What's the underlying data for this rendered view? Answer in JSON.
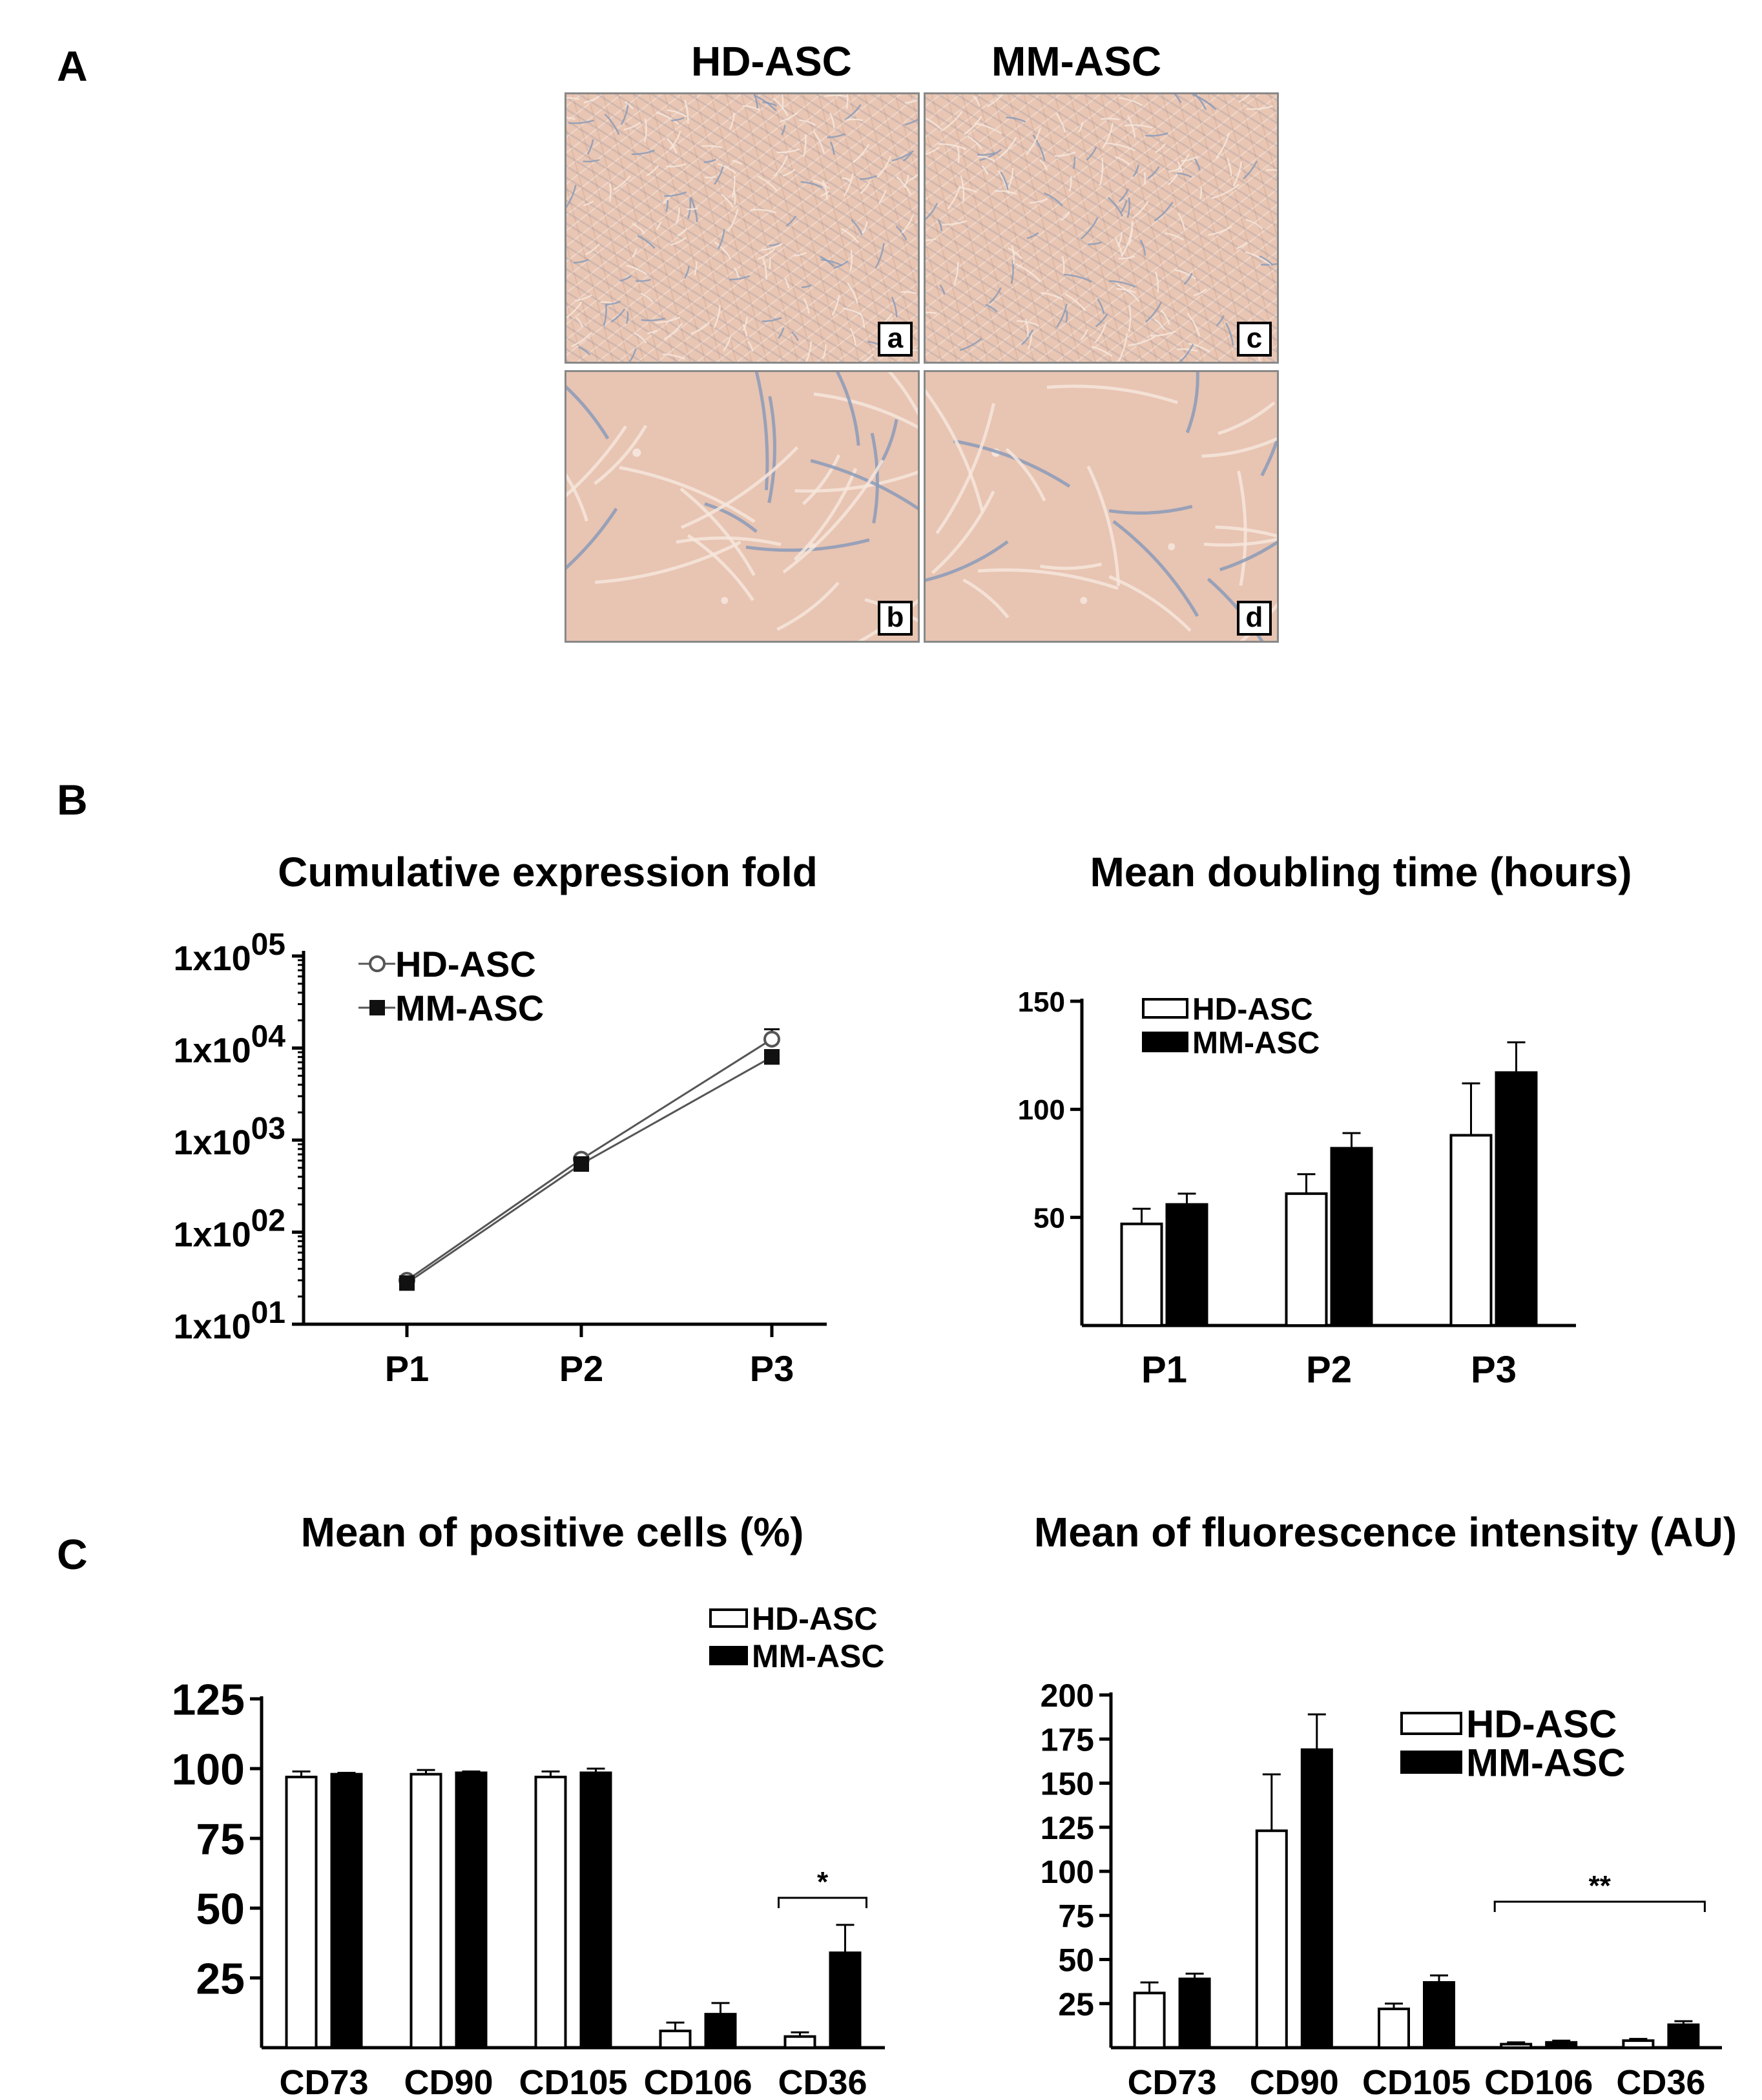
{
  "panels": {
    "A": {
      "letter": "A",
      "columns": [
        "HD-ASC",
        "MM-ASC"
      ],
      "images": [
        {
          "label": "a",
          "density": "dense"
        },
        {
          "label": "c",
          "density": "dense"
        },
        {
          "label": "b",
          "density": "sparse"
        },
        {
          "label": "d",
          "density": "sparse"
        }
      ]
    },
    "B": {
      "letter": "B"
    },
    "C": {
      "letter": "C"
    }
  },
  "chart_data": [
    {
      "id": "cumulative",
      "type": "line",
      "title": "Cumulative expression fold",
      "yscale": "log",
      "ylim": [
        10,
        100000
      ],
      "yticks": [
        {
          "value": 10,
          "base": "1x10",
          "exp": "01"
        },
        {
          "value": 100,
          "base": "1x10",
          "exp": "02"
        },
        {
          "value": 1000,
          "base": "1x10",
          "exp": "03"
        },
        {
          "value": 10000,
          "base": "1x10",
          "exp": "04"
        },
        {
          "value": 100000,
          "base": "1x10",
          "exp": "05"
        }
      ],
      "categories": [
        "P1",
        "P2",
        "P3"
      ],
      "legend": "top-left",
      "series": [
        {
          "name": "HD-ASC",
          "marker": "open-circle",
          "values": [
            30,
            620,
            12500
          ],
          "errors": [
            0,
            0,
            3500
          ]
        },
        {
          "name": "MM-ASC",
          "marker": "filled-square",
          "values": [
            28,
            550,
            8000
          ],
          "errors": [
            0,
            0,
            1500
          ]
        }
      ]
    },
    {
      "id": "doubling",
      "type": "bar",
      "title": "Mean doubling time (hours)",
      "ylim": [
        0,
        150
      ],
      "yticks": [
        50,
        100,
        150
      ],
      "categories": [
        "P1",
        "P2",
        "P3"
      ],
      "legend": "top-left",
      "series": [
        {
          "name": "HD-ASC",
          "fill": "#ffffff",
          "values": [
            47,
            61,
            88
          ],
          "errors": [
            7,
            9,
            24
          ]
        },
        {
          "name": "MM-ASC",
          "fill": "#000000",
          "values": [
            56,
            82,
            117
          ],
          "errors": [
            5,
            7,
            14
          ]
        }
      ]
    },
    {
      "id": "positive",
      "type": "bar",
      "title": "Mean of positive cells (%)",
      "ylim": [
        0,
        125
      ],
      "yticks": [
        25,
        50,
        75,
        100,
        125
      ],
      "categories": [
        "CD73",
        "CD90",
        "CD105",
        "CD106",
        "CD36"
      ],
      "legend": "top-right",
      "series": [
        {
          "name": "HD-ASC",
          "fill": "#ffffff",
          "values": [
            97,
            98,
            97,
            6,
            4
          ],
          "errors": [
            2,
            1.5,
            2,
            3,
            1.5
          ]
        },
        {
          "name": "MM-ASC",
          "fill": "#000000",
          "values": [
            98,
            98.5,
            98.5,
            12,
            34
          ],
          "errors": [
            0.5,
            0.5,
            1.5,
            4,
            10
          ]
        }
      ],
      "significance": [
        {
          "from": 4,
          "to": 4,
          "label": "*"
        }
      ]
    },
    {
      "id": "fluorescence",
      "type": "bar",
      "title": "Mean of fluorescence intensity (AU)",
      "ylim": [
        0,
        200
      ],
      "yticks": [
        25,
        50,
        75,
        100,
        125,
        150,
        175,
        200
      ],
      "categories": [
        "CD73",
        "CD90",
        "CD105",
        "CD106",
        "CD36"
      ],
      "legend": "top-right",
      "series": [
        {
          "name": "HD-ASC",
          "fill": "#ffffff",
          "values": [
            31,
            123,
            22,
            2,
            4
          ],
          "errors": [
            6,
            32,
            3,
            1,
            1
          ]
        },
        {
          "name": "MM-ASC",
          "fill": "#000000",
          "values": [
            39,
            169,
            37,
            3,
            13
          ],
          "errors": [
            3,
            20,
            4,
            1,
            2
          ]
        }
      ],
      "significance": [
        {
          "from": 3,
          "to": 4,
          "label": "**"
        }
      ]
    }
  ]
}
